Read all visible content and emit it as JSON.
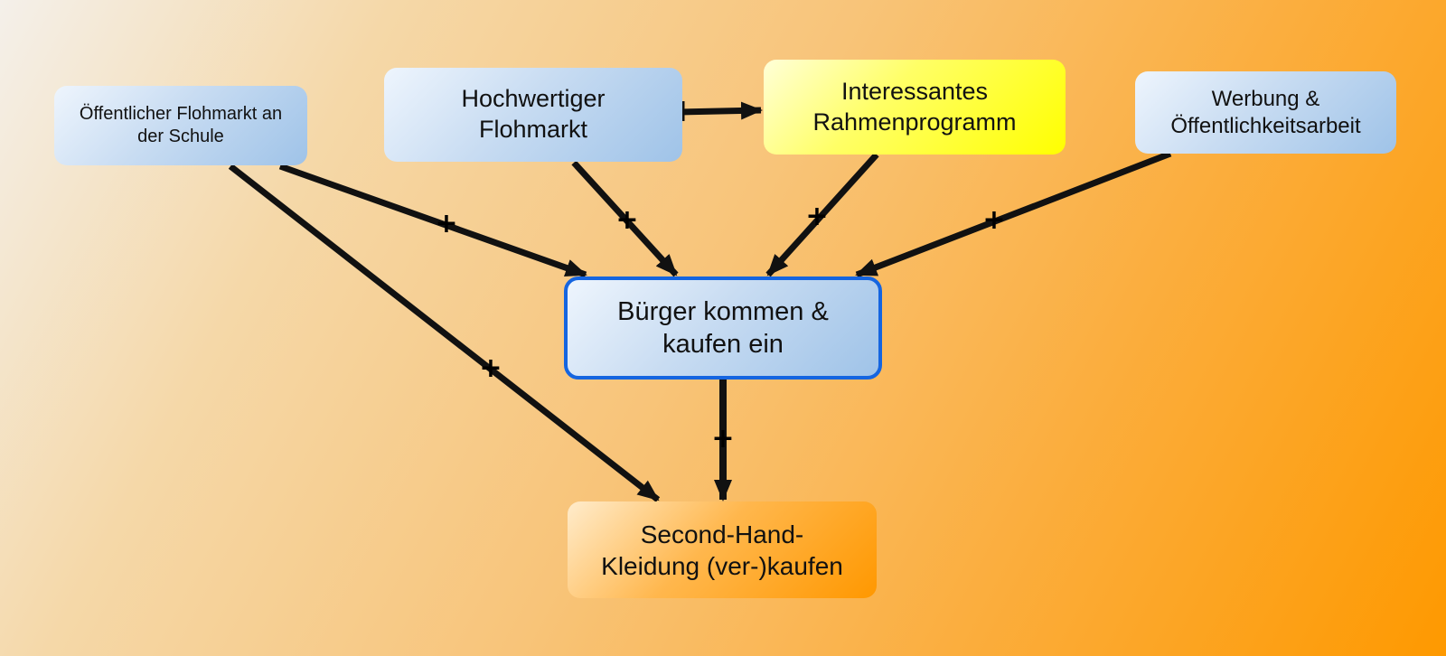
{
  "nodes": {
    "flohmarkt_schule": "Öffentlicher Flohmarkt an\nder Schule",
    "hochwertiger": "Hochwertiger\nFlohmarkt",
    "rahmenprogramm": "Interessantes\nRahmenprogramm",
    "werbung": "Werbung &\nÖffentlichkeitsarbeit",
    "buerger": "Bürger kommen &\nkaufen ein",
    "secondhand": "Second-Hand-\nKleidung (ver-)kaufen"
  },
  "edges": [
    {
      "from": "hochwertiger",
      "to": "rahmenprogramm",
      "sign": ""
    },
    {
      "from": "flohmarkt_schule",
      "to": "buerger",
      "sign": "+"
    },
    {
      "from": "hochwertiger",
      "to": "buerger",
      "sign": "+"
    },
    {
      "from": "rahmenprogramm",
      "to": "buerger",
      "sign": "+"
    },
    {
      "from": "werbung",
      "to": "buerger",
      "sign": "+"
    },
    {
      "from": "flohmarkt_schule",
      "to": "secondhand",
      "sign": "+"
    },
    {
      "from": "buerger",
      "to": "secondhand",
      "sign": "+"
    }
  ],
  "colors": {
    "arrow": "#111111",
    "focus_border": "#1565e0",
    "node_blue": "#9fc3e8",
    "node_yellow": "#ffff00",
    "node_orange": "#ff9800"
  }
}
